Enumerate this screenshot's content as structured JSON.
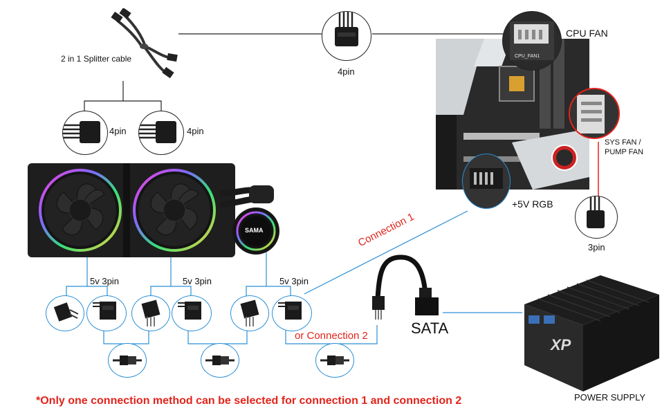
{
  "labels": {
    "splitter": "2 in 1 Splitter cable",
    "pin4_top": "4pin",
    "pin4_left": "4pin",
    "pin4_right": "4pin",
    "cpu_fan": "CPU FAN",
    "sys_fan_line1": "SYS FAN /",
    "sys_fan_line2": "PUMP FAN",
    "rgb_5v": "+5V RGB",
    "pin3": "3pin",
    "pin3_a": "5v 3pin",
    "pin3_b": "5v 3pin",
    "pin3_c": "5v 3pin",
    "connection1": "Connection 1",
    "connection2": "or Connection 2",
    "sata": "SATA",
    "psu": "POWER SUPPLY",
    "pump_brand": "SAMA",
    "psu_brand": "XP",
    "board_cpu_fan": "CPU_FAN1",
    "note": "*Only one connection method can be selected for connection 1 and connection 2"
  },
  "colors": {
    "accent_red": "#e2231a",
    "wire_blue": "#2a8fd6",
    "line_black": "#222222"
  }
}
